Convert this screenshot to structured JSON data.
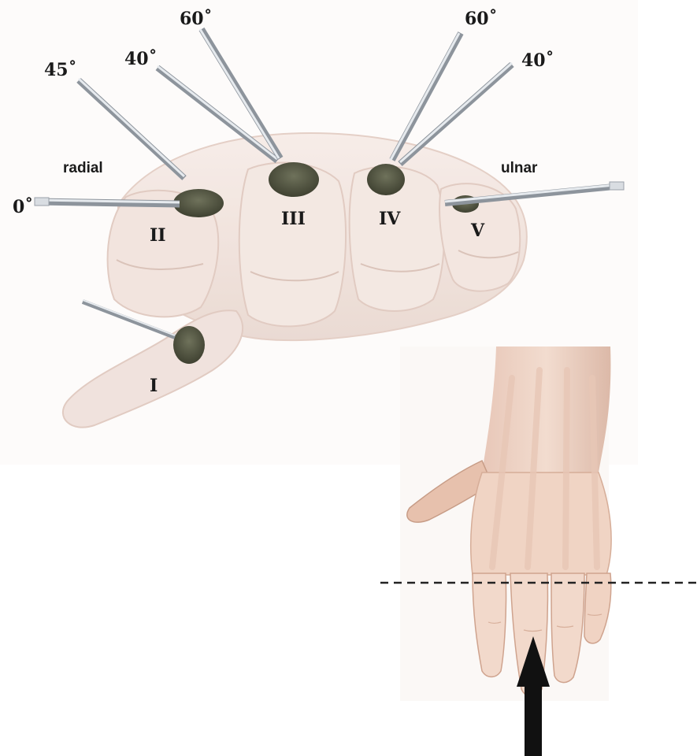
{
  "labels": {
    "side_radial": "radial",
    "side_ulnar": "ulnar",
    "angle_0": "0˚",
    "angle_45": "45˚",
    "angle_40_left": "40˚",
    "angle_60_left": "60˚",
    "angle_60_right": "60˚",
    "angle_40_right": "40˚",
    "finger_I": "I",
    "finger_II": "II",
    "finger_III": "III",
    "finger_IV": "IV",
    "finger_V": "V"
  },
  "colors": {
    "skin": "#efd8cf",
    "skin_shadow": "#d9bdb2",
    "bone": "#f3dccd",
    "cavity": "#5b5d48",
    "instrument": "#c8cdd3",
    "instrument_edge": "#8d949c",
    "arrow": "#111111"
  }
}
